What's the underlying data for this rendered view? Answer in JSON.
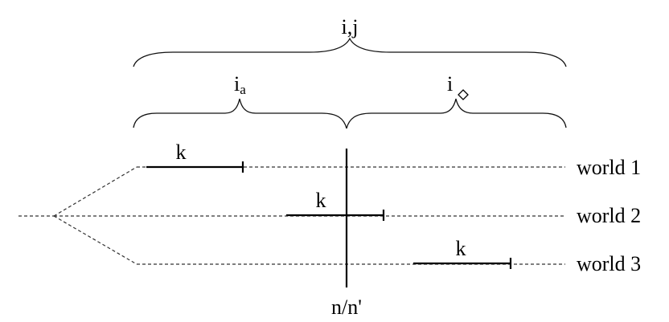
{
  "braces": {
    "outer_label": "i,j",
    "left_label_base": "i",
    "left_label_sub": "a",
    "right_label_base": "i",
    "right_label_symbol": "diamond"
  },
  "worlds": [
    {
      "label": "world 1",
      "interval_label": "k"
    },
    {
      "label": "world 2",
      "interval_label": "k"
    },
    {
      "label": "world 3",
      "interval_label": "k"
    }
  ],
  "now_marker": {
    "label": "n/n'"
  }
}
